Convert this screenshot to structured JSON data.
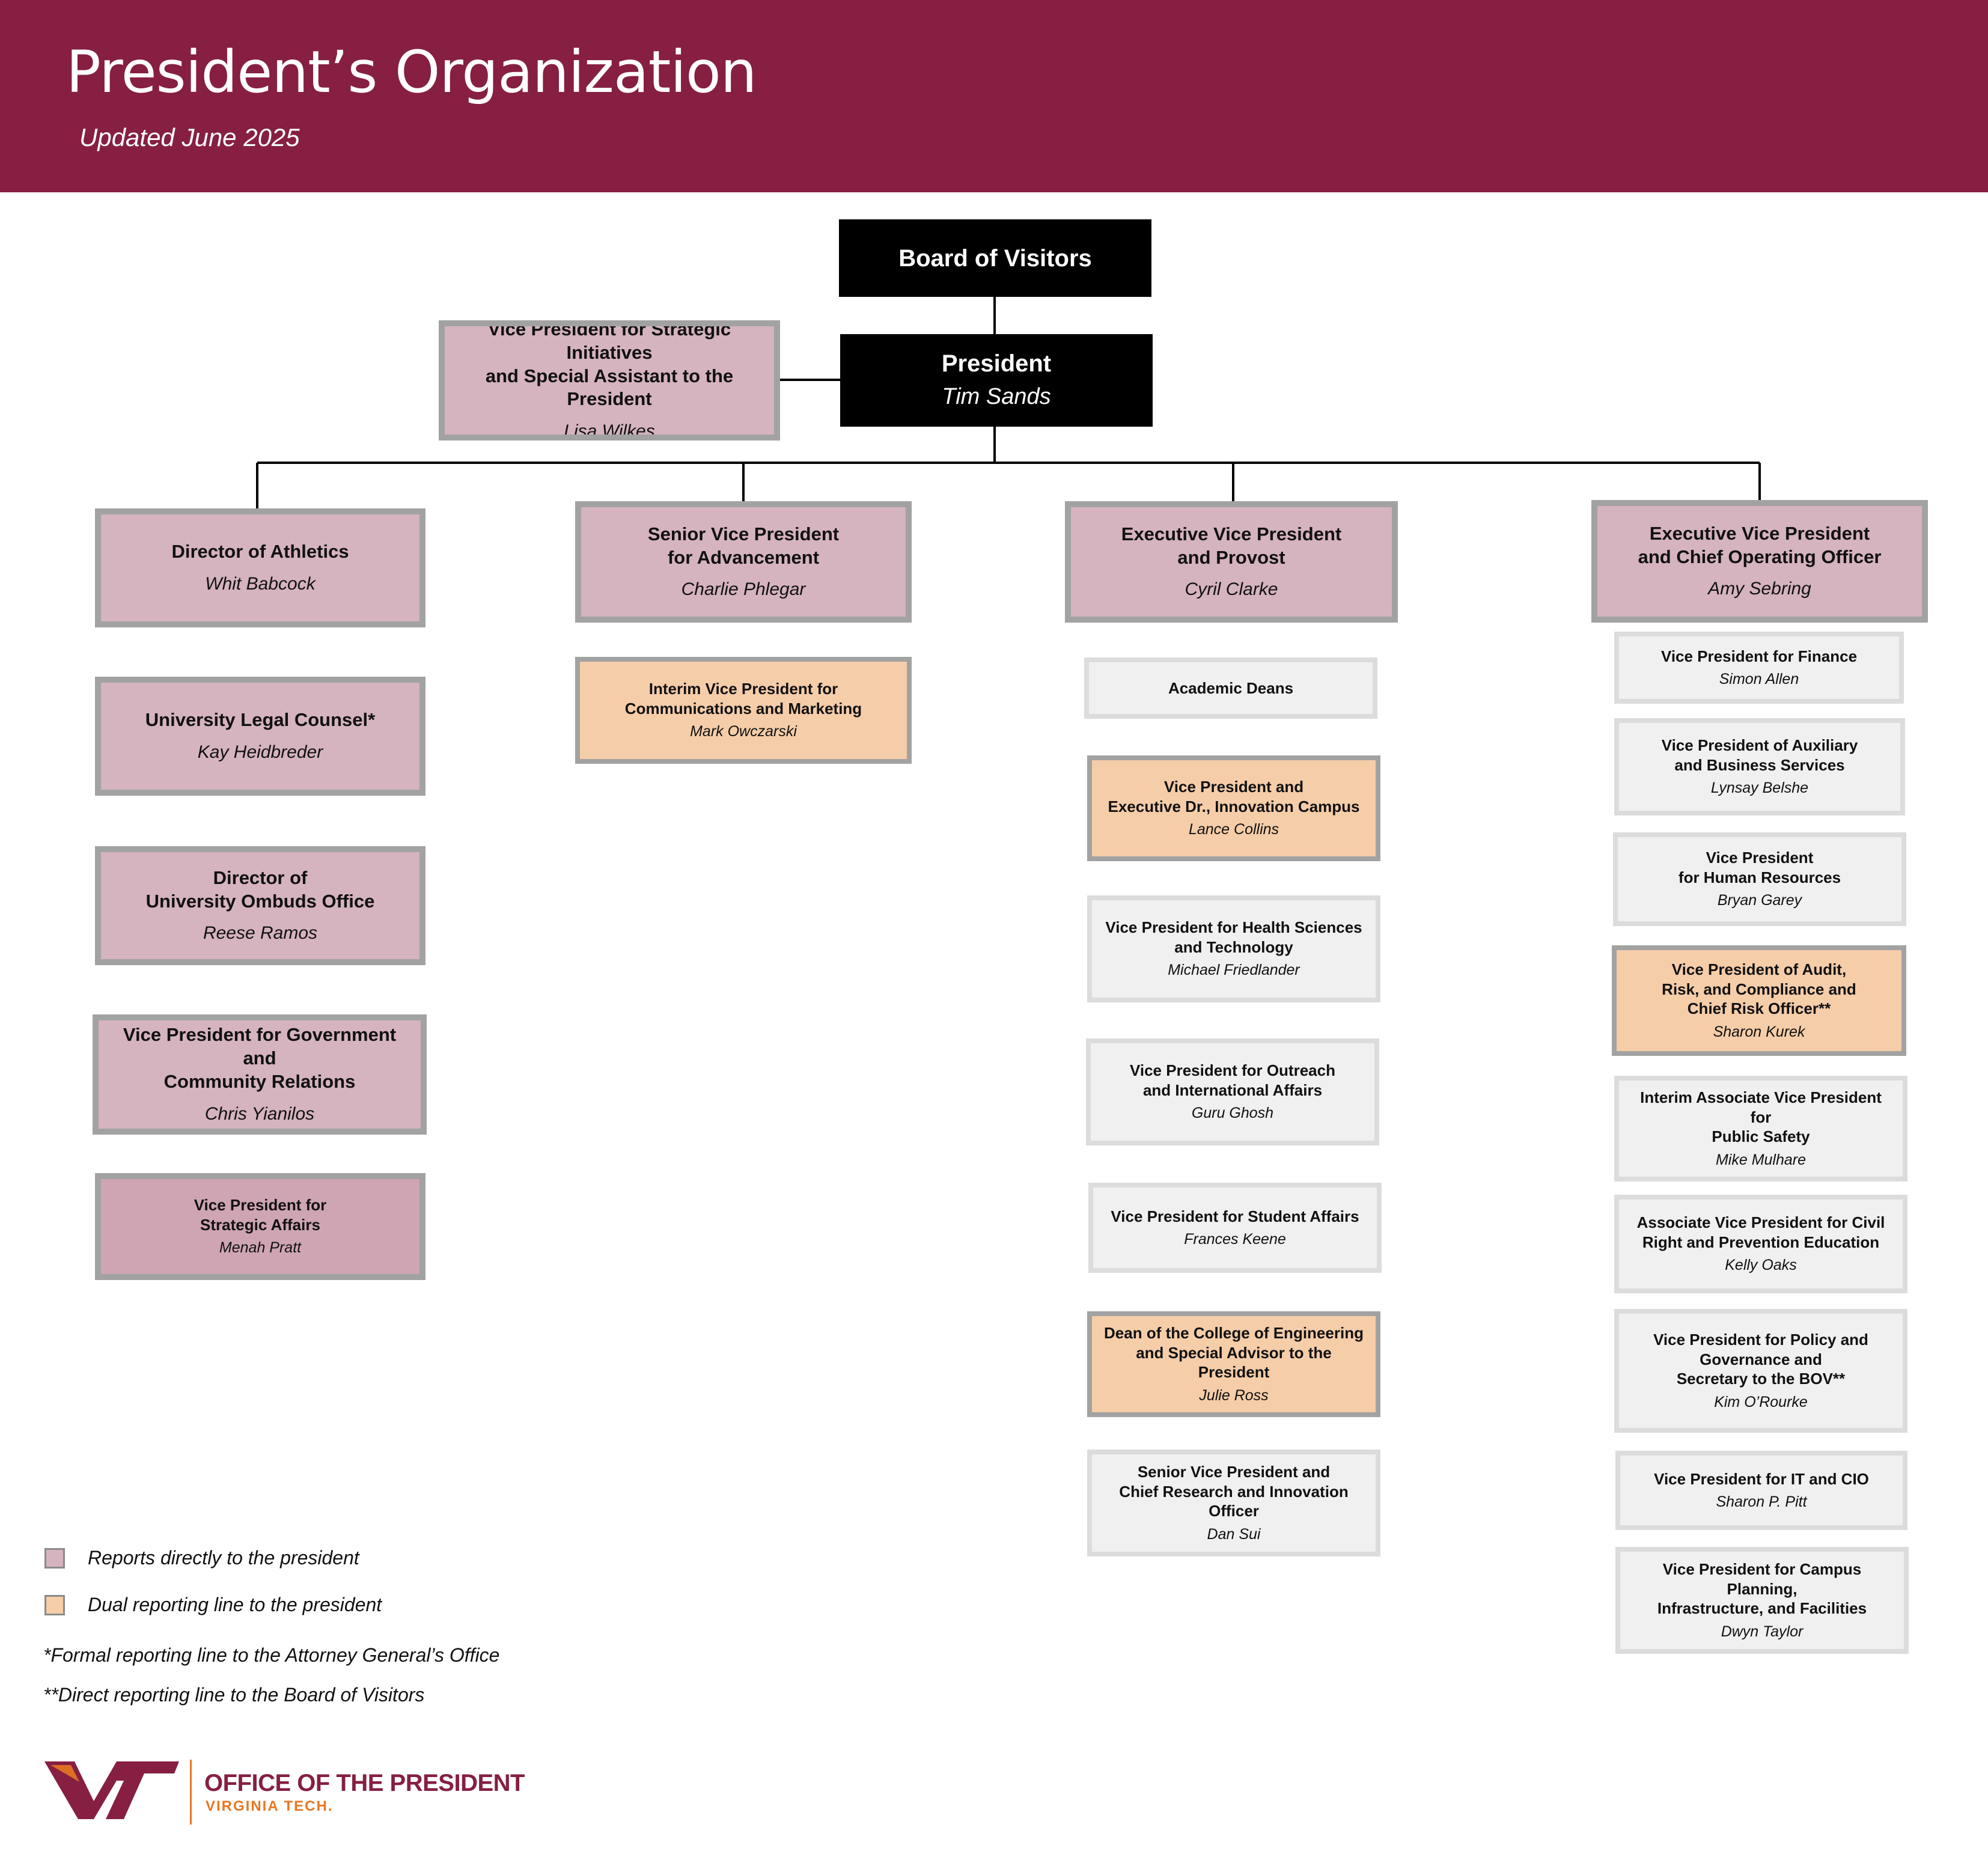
{
  "header": {
    "title": "President’s Organization",
    "subtitle": "Updated June 2025"
  },
  "top": {
    "board": "Board of Visitors",
    "president_title": "President",
    "president_name": "Tim Sands",
    "strategic_title": "Vice President for Strategic Initiatives\nand Special Assistant to the President",
    "strategic_name": "Lisa Wilkes"
  },
  "col1": [
    {
      "title": "Director of Athletics",
      "name": "Whit Babcock"
    },
    {
      "title": "University Legal Counsel*",
      "name": "Kay Heidbreder"
    },
    {
      "title": "Director of\nUniversity Ombuds Office",
      "name": "Reese Ramos"
    },
    {
      "title": "Vice President for Government and\nCommunity Relations",
      "name": "Chris Yianilos"
    },
    {
      "title": "Vice President for\nStrategic Affairs",
      "name": "Menah Pratt"
    }
  ],
  "col2": {
    "head": {
      "title": "Senior Vice President\nfor Advancement",
      "name": "Charlie Phlegar"
    },
    "items": [
      {
        "title": "Interim Vice President for\nCommunications and Marketing",
        "name": "Mark Owczarski"
      }
    ]
  },
  "col3": {
    "head": {
      "title": "Executive Vice President\nand Provost",
      "name": "Cyril Clarke"
    },
    "items": [
      {
        "title": "Academic Deans",
        "name": ""
      },
      {
        "title": "Vice President and\nExecutive Dr.,  Innovation Campus",
        "name": "Lance Collins"
      },
      {
        "title": "Vice President for Health Sciences\nand Technology",
        "name": "Michael Friedlander"
      },
      {
        "title": "Vice President for Outreach\nand International Affairs",
        "name": "Guru Ghosh"
      },
      {
        "title": "Vice President for Student Affairs",
        "name": "Frances Keene"
      },
      {
        "title": "Dean of the College of Engineering\nand Special Advisor to the President",
        "name": "Julie Ross"
      },
      {
        "title": "Senior  Vice President and\nChief Research and Innovation Officer",
        "name": "Dan Sui"
      }
    ]
  },
  "col4": {
    "head": {
      "title": "Executive Vice President\nand Chief Operating Officer",
      "name": "Amy Sebring"
    },
    "items": [
      {
        "title": "Vice President for Finance",
        "name": "Simon Allen"
      },
      {
        "title": "Vice President of Auxiliary\nand Business Services",
        "name": "Lynsay Belshe"
      },
      {
        "title": "Vice President\nfor Human Resources",
        "name": "Bryan Garey"
      },
      {
        "title": "Vice President of Audit,\nRisk, and Compliance and\nChief Risk Officer**",
        "name": "Sharon Kurek"
      },
      {
        "title": "Interim Associate Vice President for\nPublic Safety",
        "name": "Mike Mulhare"
      },
      {
        "title": "Associate Vice President for Civil\nRight and Prevention Education",
        "name": "Kelly Oaks"
      },
      {
        "title": "Vice President for Policy and\nGovernance and\nSecretary to the BOV**",
        "name": "Kim O’Rourke"
      },
      {
        "title": "Vice President for IT and CIO",
        "name": "Sharon P. Pitt"
      },
      {
        "title": "Vice President for Campus Planning,\nInfrastructure, and Facilities",
        "name": "Dwyn Taylor"
      }
    ]
  },
  "legend": {
    "direct": "Reports directly to the president",
    "dual": "Dual reporting line to the president",
    "direct_color": "#d5b3bf",
    "dual_color": "#f5cda9"
  },
  "footnotes": {
    "one": "*Formal reporting line to the Attorney General’s Office",
    "two": "**Direct reporting line to the Board of Visitors"
  },
  "logo": {
    "line1": "OFFICE OF THE PRESIDENT",
    "line2": "VIRGINIA TECH."
  },
  "colors": {
    "maroon": "#861f41",
    "orange": "#e87722"
  }
}
